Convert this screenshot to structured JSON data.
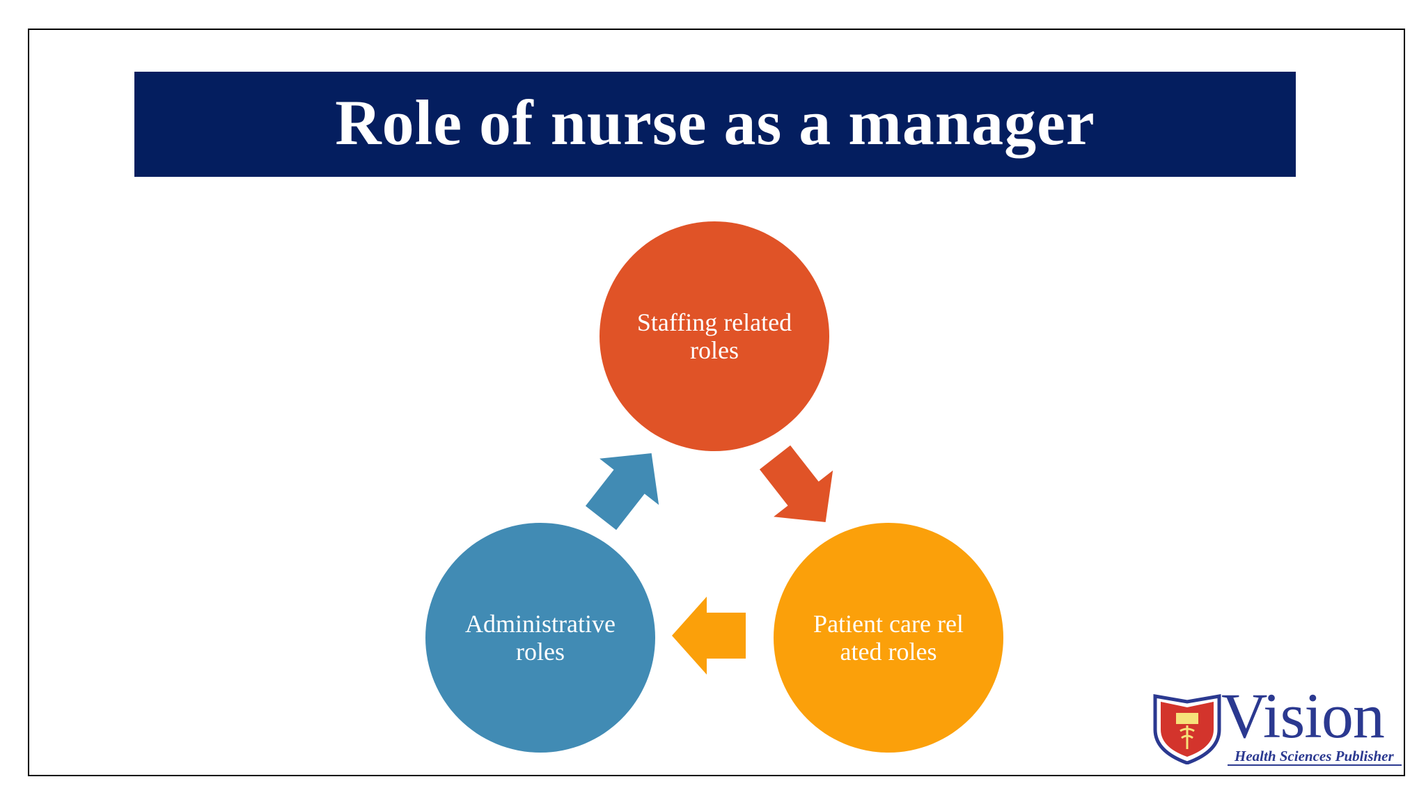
{
  "slide": {
    "title": "Role of nurse as a manager"
  },
  "diagram": {
    "nodes": [
      {
        "id": "staffing",
        "label": "Staffing related roles",
        "color": "#E05327"
      },
      {
        "id": "patient-care",
        "label": "Patient care related roles",
        "color": "#FBA00A"
      },
      {
        "id": "administrative",
        "label": "Administrative roles",
        "color": "#418BB4"
      }
    ],
    "edges": [
      {
        "from": "staffing",
        "to": "patient-care",
        "color": "#E05327"
      },
      {
        "from": "patient-care",
        "to": "administrative",
        "color": "#FBA00A"
      },
      {
        "from": "administrative",
        "to": "staffing",
        "color": "#418BB4"
      }
    ]
  },
  "logo": {
    "word": "Vision",
    "tagline": "Health Sciences Publisher",
    "word_color": "#2B3990",
    "tagline_color": "#2B3990",
    "shield_color": "#D3342C",
    "shield_outline_color": "#2B3990"
  },
  "colors": {
    "title_bar": "#041E5F",
    "title_text": "#FFFFFF"
  }
}
